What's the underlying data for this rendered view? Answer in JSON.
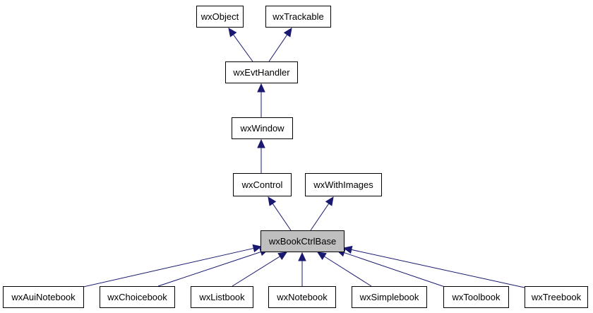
{
  "diagram": {
    "nodes": [
      {
        "id": "wxObject",
        "label": "wxObject"
      },
      {
        "id": "wxTrackable",
        "label": "wxTrackable"
      },
      {
        "id": "wxEvtHandler",
        "label": "wxEvtHandler"
      },
      {
        "id": "wxWindow",
        "label": "wxWindow"
      },
      {
        "id": "wxControl",
        "label": "wxControl"
      },
      {
        "id": "wxWithImages",
        "label": "wxWithImages"
      },
      {
        "id": "wxBookCtrlBase",
        "label": "wxBookCtrlBase",
        "highlighted": true
      },
      {
        "id": "wxAuiNotebook",
        "label": "wxAuiNotebook"
      },
      {
        "id": "wxChoicebook",
        "label": "wxChoicebook"
      },
      {
        "id": "wxListbook",
        "label": "wxListbook"
      },
      {
        "id": "wxNotebook",
        "label": "wxNotebook"
      },
      {
        "id": "wxSimplebook",
        "label": "wxSimplebook"
      },
      {
        "id": "wxToolbook",
        "label": "wxToolbook"
      },
      {
        "id": "wxTreebook",
        "label": "wxTreebook"
      }
    ],
    "edges": [
      {
        "from": "wxEvtHandler",
        "to": "wxObject"
      },
      {
        "from": "wxEvtHandler",
        "to": "wxTrackable"
      },
      {
        "from": "wxWindow",
        "to": "wxEvtHandler"
      },
      {
        "from": "wxControl",
        "to": "wxWindow"
      },
      {
        "from": "wxBookCtrlBase",
        "to": "wxControl"
      },
      {
        "from": "wxBookCtrlBase",
        "to": "wxWithImages"
      },
      {
        "from": "wxAuiNotebook",
        "to": "wxBookCtrlBase"
      },
      {
        "from": "wxChoicebook",
        "to": "wxBookCtrlBase"
      },
      {
        "from": "wxListbook",
        "to": "wxBookCtrlBase"
      },
      {
        "from": "wxNotebook",
        "to": "wxBookCtrlBase"
      },
      {
        "from": "wxSimplebook",
        "to": "wxBookCtrlBase"
      },
      {
        "from": "wxToolbook",
        "to": "wxBookCtrlBase"
      },
      {
        "from": "wxTreebook",
        "to": "wxBookCtrlBase"
      }
    ],
    "colors": {
      "edge": "#191970",
      "highlight_fill": "#bfbfbf",
      "box_fill": "#ffffff",
      "box_stroke": "#000000"
    }
  }
}
